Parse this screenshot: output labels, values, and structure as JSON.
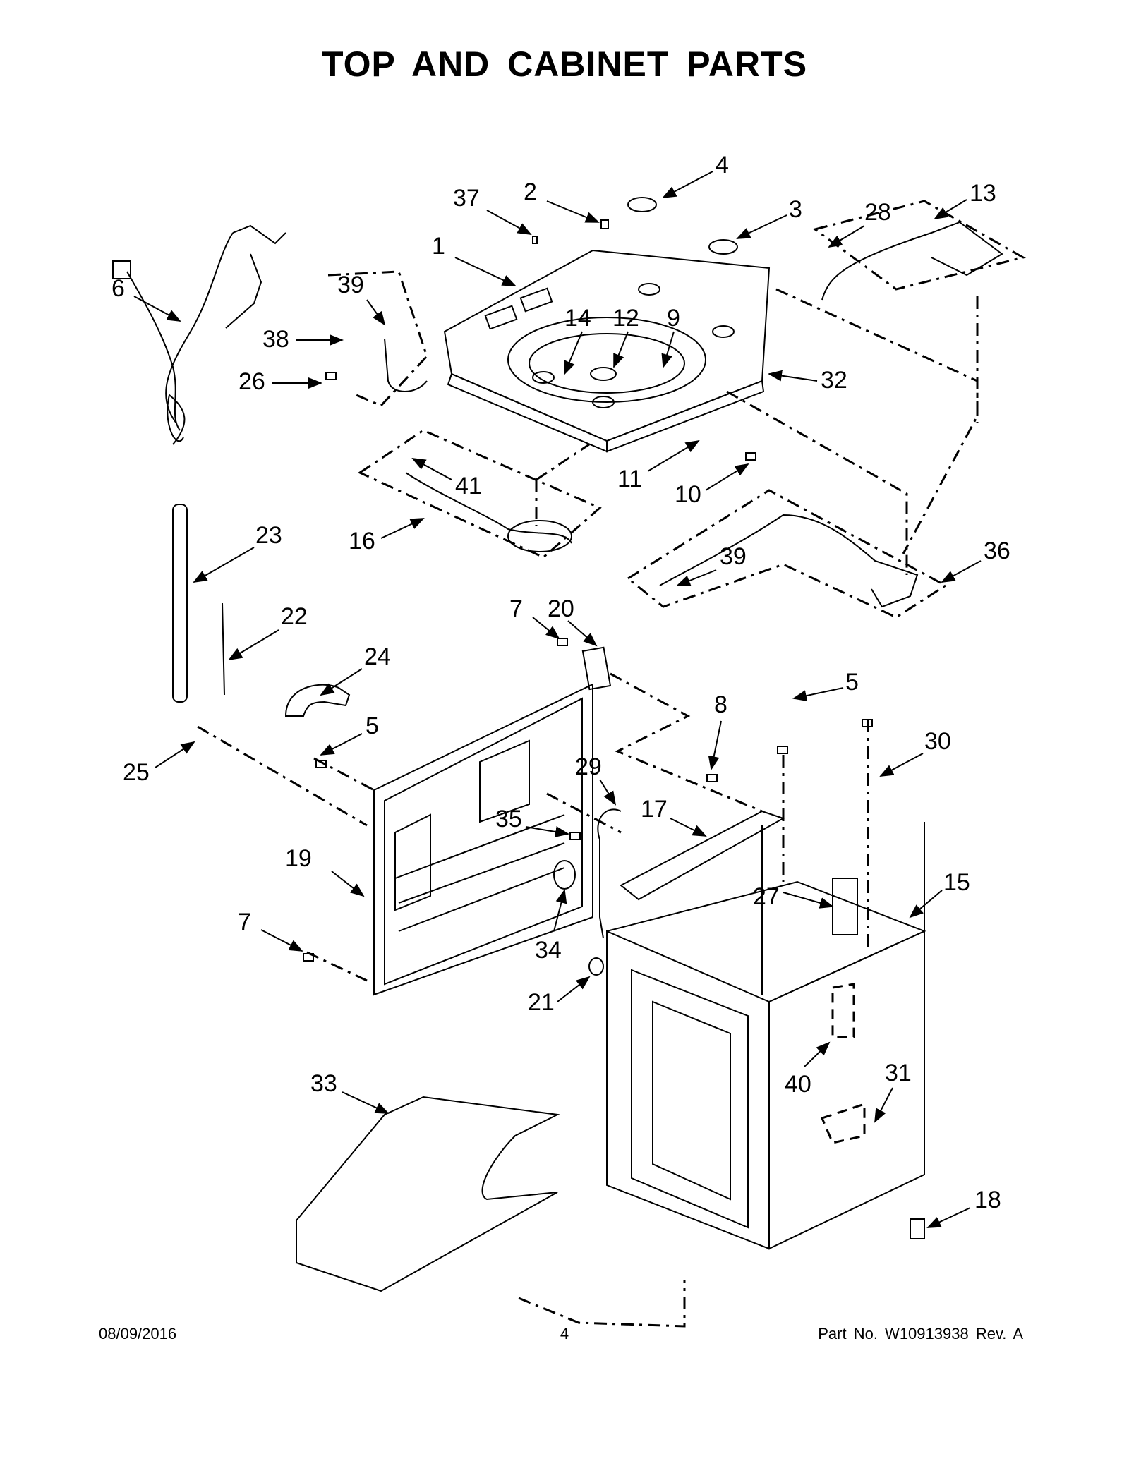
{
  "page": {
    "title": "TOP AND CABINET PARTS",
    "date": "08/09/2016",
    "page_number": "4",
    "part_number": "Part No.  W10913938  Rev.  A"
  },
  "callouts": [
    "1",
    "2",
    "3",
    "4",
    "5",
    "5",
    "6",
    "7",
    "7",
    "8",
    "9",
    "10",
    "11",
    "12",
    "13",
    "14",
    "15",
    "16",
    "17",
    "18",
    "19",
    "20",
    "21",
    "22",
    "23",
    "24",
    "25",
    "26",
    "27",
    "28",
    "29",
    "30",
    "31",
    "32",
    "33",
    "34",
    "35",
    "36",
    "37",
    "38",
    "39",
    "39",
    "40",
    "41"
  ]
}
